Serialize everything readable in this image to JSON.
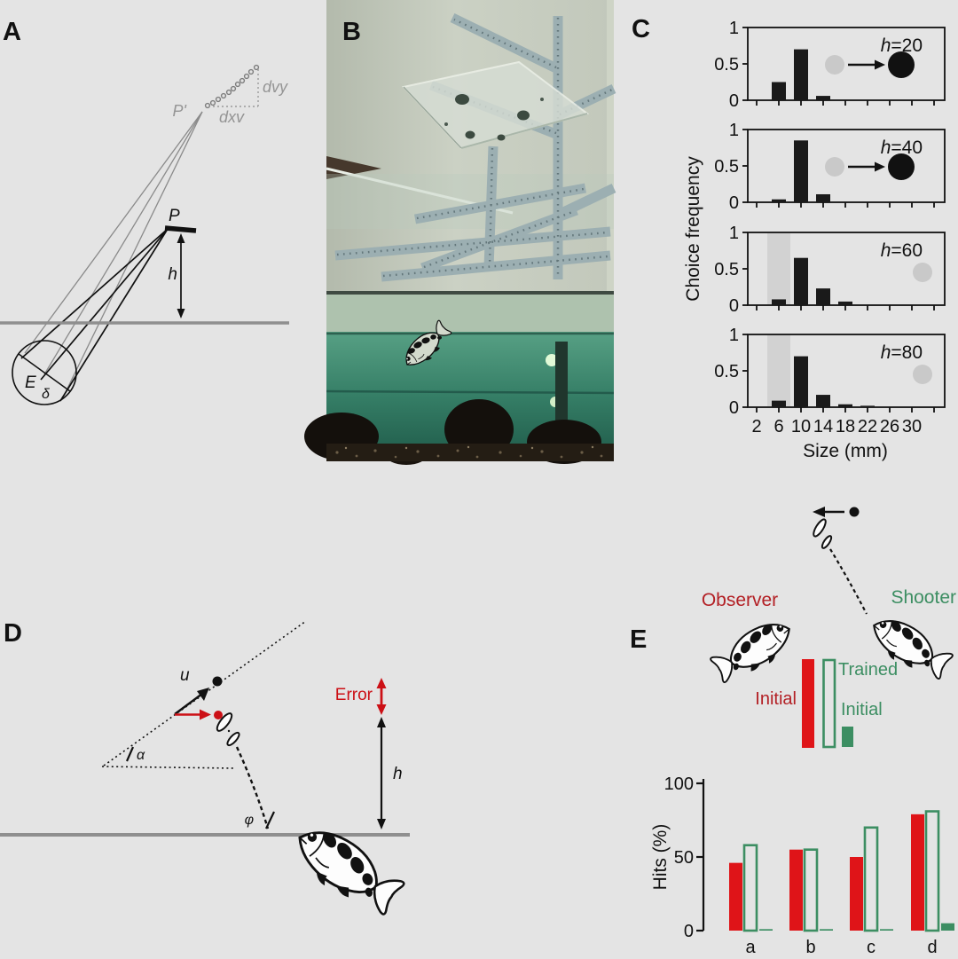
{
  "panel_labels": {
    "a": "A",
    "b": "B",
    "c": "C",
    "d": "D",
    "e": "E"
  },
  "panel_a": {
    "p_prime": "P'",
    "dvy": "dvy",
    "dxv": "dxv",
    "p": "P",
    "h": "h",
    "eye": "E",
    "delta": "δ"
  },
  "panel_d": {
    "u": "u",
    "error": "Error",
    "h": "h",
    "alpha": "α",
    "phi": "φ"
  },
  "panel_e": {
    "observer": "Observer",
    "shooter": "Shooter",
    "initial_observer": "Initial",
    "trained": "Trained",
    "initial_shooter": "Initial"
  },
  "colors": {
    "background": "#e4e4e4",
    "red": "#df1418",
    "dark_red": "#b32025",
    "green": "#3c8e62",
    "bar_black": "#1a1a1a",
    "gray_band": "#d2d2d2",
    "gray_dot": "#c9c9c9",
    "water_line": "#8f8f8f"
  },
  "chart_data": [
    {
      "id": "choice-h20",
      "type": "bar",
      "title": "h=20",
      "xlabel": "Size (mm)",
      "ylabel": "Choice frequency",
      "ylim": [
        0,
        1
      ],
      "yticks": [
        0,
        0.5,
        1
      ],
      "categories": [
        2,
        6,
        10,
        14,
        18,
        22,
        26,
        30
      ],
      "values": [
        0,
        0.25,
        0.7,
        0.06,
        0,
        0,
        0,
        0
      ],
      "icon": "small-gray-to-large-black",
      "shaded_band": null
    },
    {
      "id": "choice-h40",
      "type": "bar",
      "title": "h=40",
      "xlabel": "Size (mm)",
      "ylabel": "Choice frequency",
      "ylim": [
        0,
        1
      ],
      "yticks": [
        0,
        0.5,
        1
      ],
      "categories": [
        2,
        6,
        10,
        14,
        18,
        22,
        26,
        30
      ],
      "values": [
        0,
        0.04,
        0.85,
        0.11,
        0,
        0,
        0,
        0
      ],
      "icon": "small-gray-to-large-black",
      "shaded_band": null
    },
    {
      "id": "choice-h60",
      "type": "bar",
      "title": "h=60",
      "xlabel": "Size (mm)",
      "ylabel": "Choice frequency",
      "ylim": [
        0,
        1
      ],
      "yticks": [
        0,
        0.5,
        1
      ],
      "categories": [
        2,
        6,
        10,
        14,
        18,
        22,
        26,
        30
      ],
      "values": [
        0,
        0.08,
        0.65,
        0.23,
        0.05,
        0,
        0,
        0
      ],
      "icon": "small-gray",
      "shaded_band": [
        4,
        8
      ]
    },
    {
      "id": "choice-h80",
      "type": "bar",
      "title": "h=80",
      "xlabel": "Size (mm)",
      "ylabel": "Choice frequency",
      "ylim": [
        0,
        1
      ],
      "yticks": [
        0,
        0.5,
        1
      ],
      "categories": [
        2,
        6,
        10,
        14,
        18,
        22,
        26,
        30
      ],
      "values": [
        0,
        0.09,
        0.7,
        0.17,
        0.04,
        0.02,
        0,
        0
      ],
      "icon": "small-gray",
      "shaded_band": [
        4,
        8
      ]
    },
    {
      "id": "hits",
      "type": "grouped-bar",
      "ylabel": "Hits (%)",
      "ylim": [
        0,
        100
      ],
      "yticks": [
        0,
        50,
        100
      ],
      "categories": [
        "a",
        "b",
        "c",
        "d"
      ],
      "series": [
        {
          "name": "Observer initial",
          "style": "filled-red",
          "values": [
            46,
            55,
            50,
            79
          ]
        },
        {
          "name": "Shooter trained",
          "style": "outline-green",
          "values": [
            58,
            55,
            70,
            81
          ]
        },
        {
          "name": "Shooter initial",
          "style": "filled-green",
          "values": [
            1,
            1,
            1,
            5
          ]
        }
      ]
    }
  ]
}
